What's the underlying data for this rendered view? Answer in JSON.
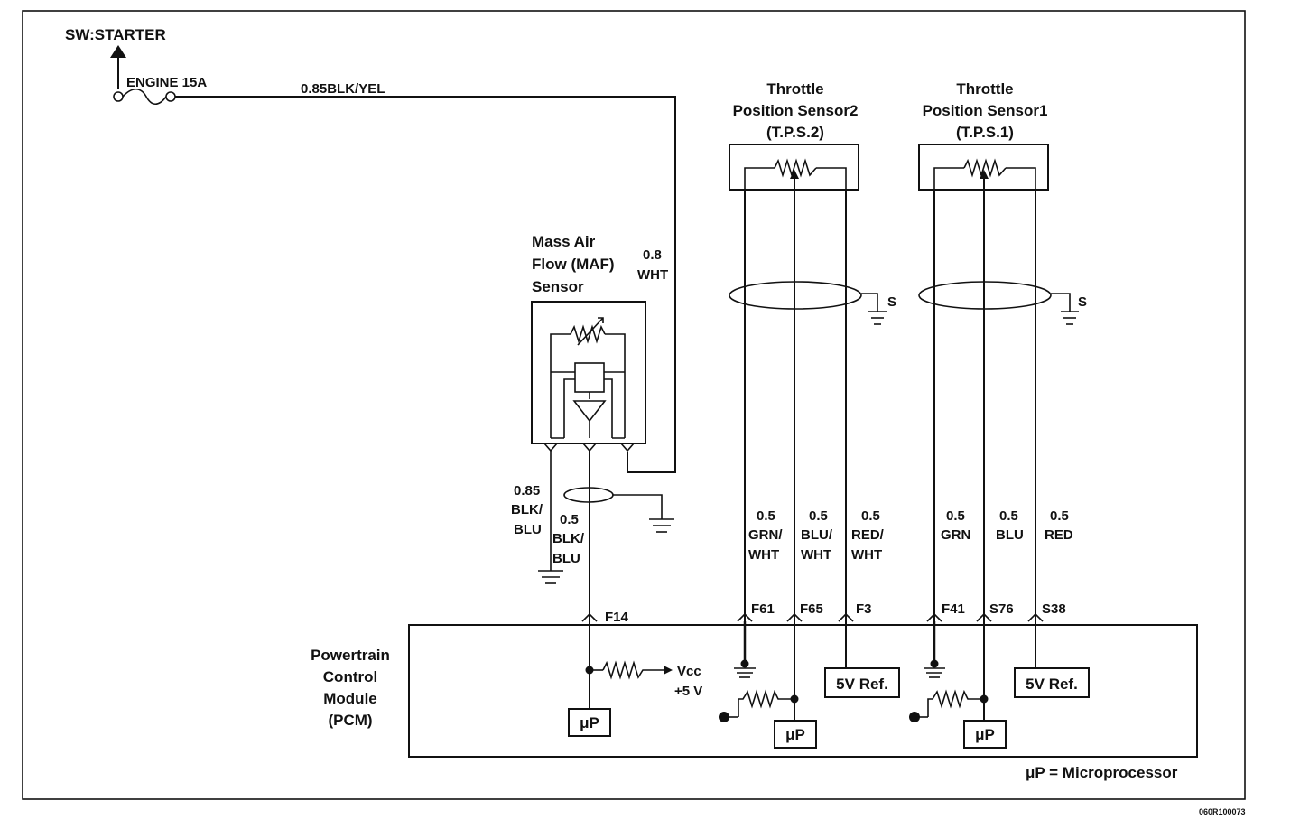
{
  "source": {
    "label": "SW:STARTER"
  },
  "fuse": {
    "label": "ENGINE 15A"
  },
  "supply_wire": {
    "label": "0.85BLK/YEL"
  },
  "maf": {
    "title_lines": [
      "Mass Air",
      "Flow (MAF)",
      "Sensor"
    ],
    "supply_wire": [
      "0.8",
      "WHT"
    ],
    "ground_wire": [
      "0.85",
      "BLK/",
      "BLU"
    ],
    "signal_wire": [
      "0.5",
      "BLK/",
      "BLU"
    ]
  },
  "tps2": {
    "title_lines": [
      "Throttle",
      "Position Sensor2",
      "(T.P.S.2)"
    ],
    "shield": "S",
    "wires": [
      {
        "lines": [
          "0.5",
          "GRN/",
          "WHT"
        ],
        "pin": "F61"
      },
      {
        "lines": [
          "0.5",
          "BLU/",
          "WHT"
        ],
        "pin": "F65"
      },
      {
        "lines": [
          "0.5",
          "RED/",
          "WHT"
        ],
        "pin": "F3"
      }
    ]
  },
  "tps1": {
    "title_lines": [
      "Throttle",
      "Position Sensor1",
      "(T.P.S.1)"
    ],
    "shield": "S",
    "wires": [
      {
        "lines": [
          "0.5",
          "GRN"
        ],
        "pin": "F41"
      },
      {
        "lines": [
          "0.5",
          "BLU"
        ],
        "pin": "S76"
      },
      {
        "lines": [
          "0.5",
          "RED"
        ],
        "pin": "S38"
      }
    ]
  },
  "pcm": {
    "title_lines": [
      "Powertrain",
      "Control",
      "Module",
      "(PCM)"
    ],
    "maf_pin": "F14",
    "vcc_lines": [
      "Vcc",
      "+5 V"
    ],
    "up_label": "μP",
    "ref_label": "5V Ref."
  },
  "legend": {
    "text": "μP = Microprocessor"
  },
  "figure_code": "060R100073"
}
